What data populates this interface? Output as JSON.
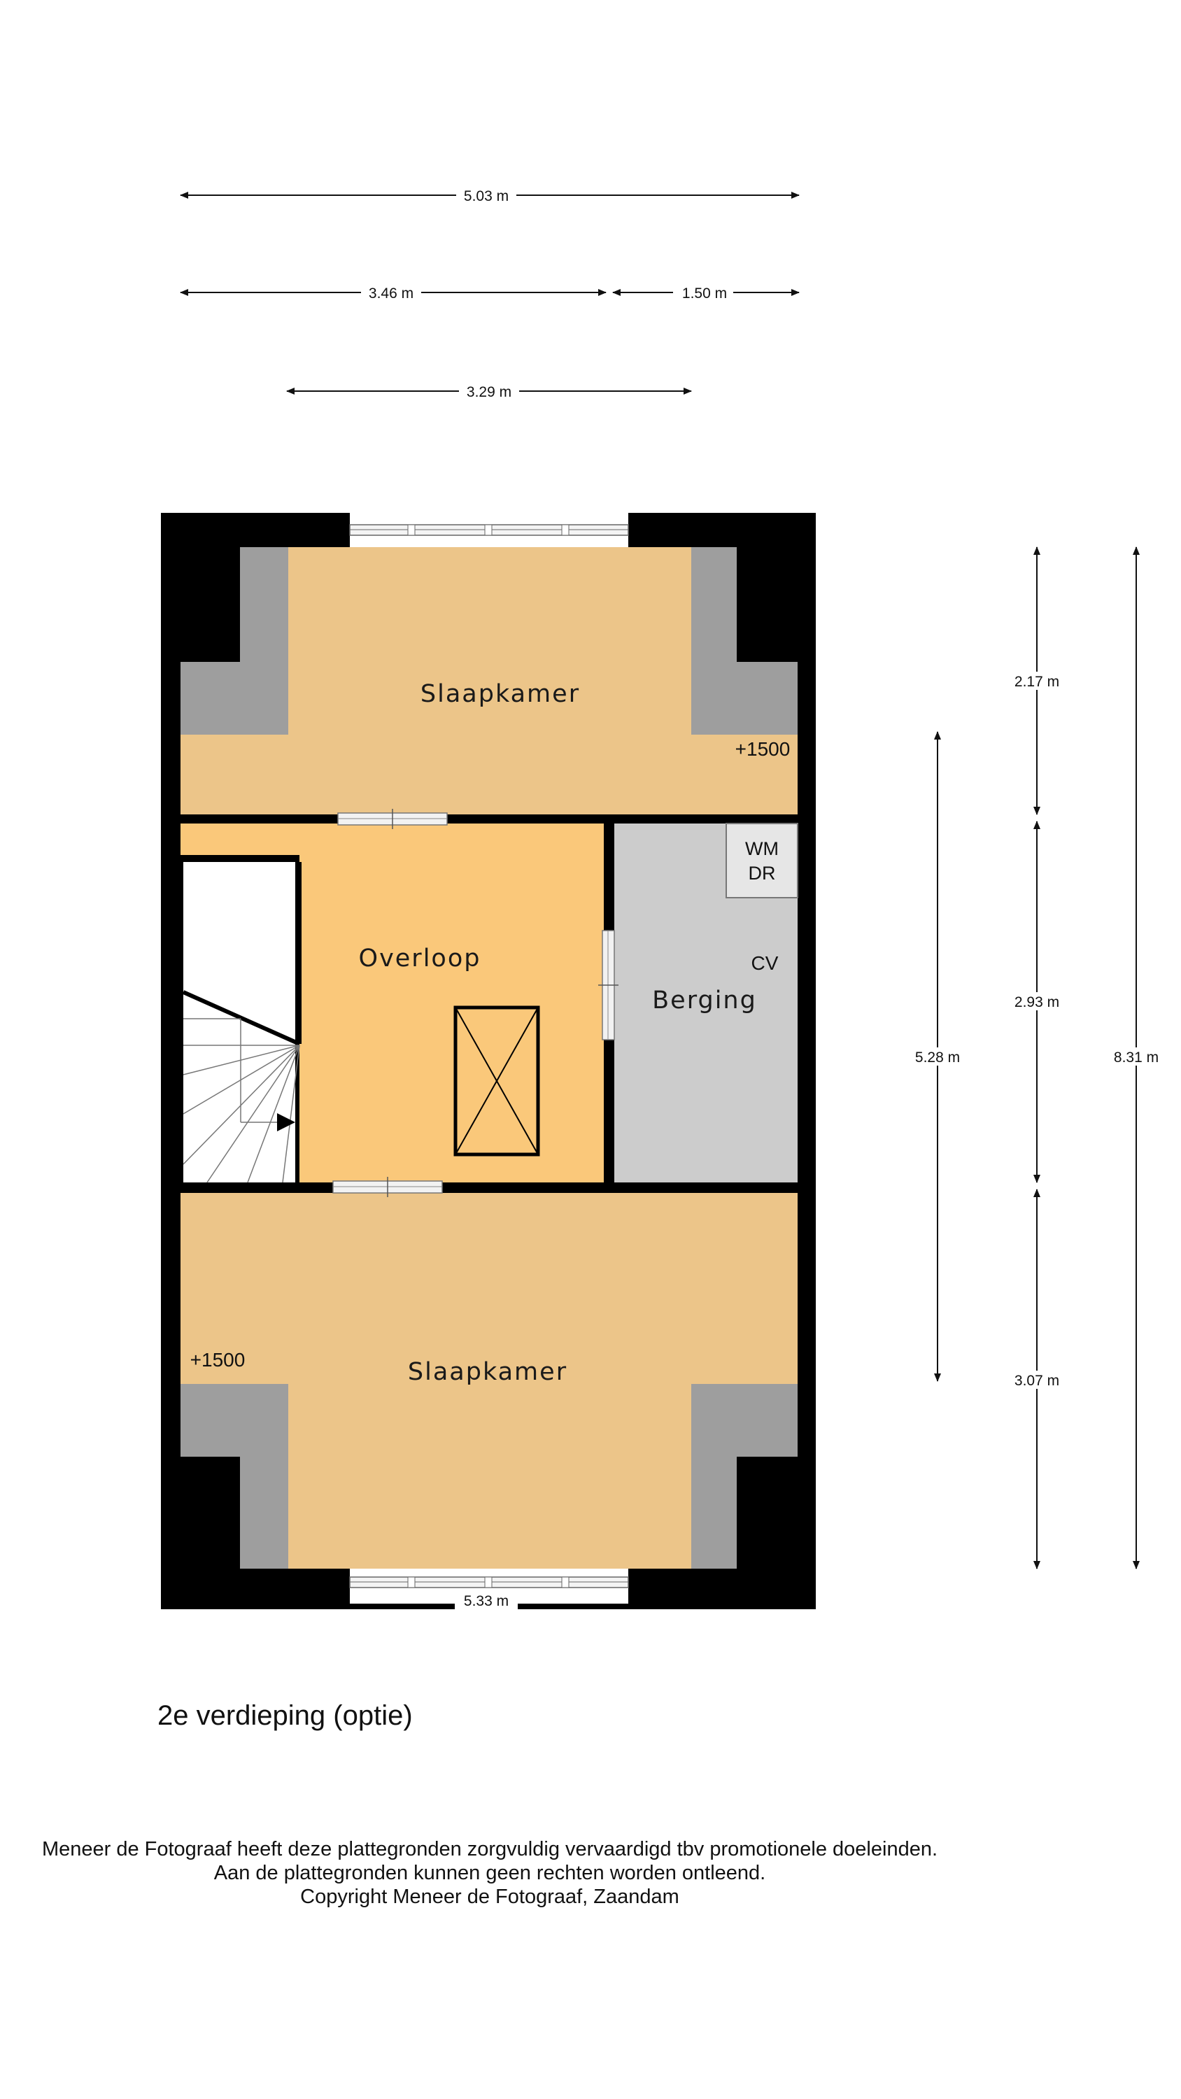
{
  "dimensions": {
    "top_total": "5.03 m",
    "top_left": "3.46 m",
    "top_right": "1.50 m",
    "top_inner": "3.29 m",
    "bottom_width": "5.33 m",
    "right_total": "8.31 m",
    "right_inner": "5.28 m",
    "right_seg_1": "2.17 m",
    "right_seg_2": "2.93 m",
    "right_seg_3": "3.07 m"
  },
  "rooms": {
    "top_bedroom": "Slaapkamer",
    "landing": "Overloop",
    "storage": "Berging",
    "bottom_bedroom": "Slaapkamer"
  },
  "labels": {
    "height_top": "+1500",
    "height_bottom": "+1500",
    "washer": "WM",
    "dryer": "DR",
    "boiler": "CV"
  },
  "colors": {
    "bedroom": "#ecc589",
    "landing": "#fac87a",
    "storage": "#cccccc",
    "slope": "#9e9e9e",
    "wall": "#000000"
  },
  "floor_title": "2e verdieping (optie)",
  "footer": {
    "line1": "Meneer de Fotograaf heeft deze plattegronden zorgvuldig vervaardigd tbv promotionele doeleinden.",
    "line2": "Aan de plattegronden kunnen geen rechten worden ontleend.",
    "line3": "Copyright Meneer de Fotograaf, Zaandam"
  }
}
